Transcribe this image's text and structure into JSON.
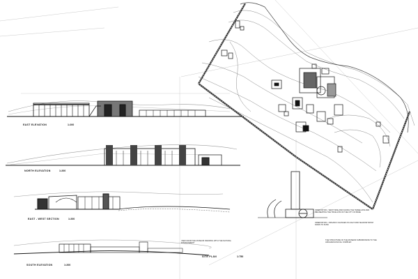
{
  "drawings": {
    "east_elevation": {
      "title": "EAST ELEVATION",
      "scale": "1:200"
    },
    "north_elevation": {
      "title": "NORTH ELEVATION",
      "scale": "1:200"
    },
    "east_west_section": {
      "title": "EAST - WEST SECTION",
      "scale": "1:200"
    },
    "south_elevation": {
      "title": "SOUTH ELEVATION",
      "scale": "1:200"
    },
    "site_plan": {
      "title": "SITE PLAN",
      "scale": "1:750"
    }
  },
  "notes": {
    "view_note": "VIEW FROM THE MUSEUM DRAWING WITH THE NATURAL ENVIRONMENT",
    "structure_note": "THE STRUCTURE OF THE MUSEUM SUBORDINATE TO THE ARCHAEOLOGICAL COMPLEX",
    "orientation_1": "ORIENTATION - WEST SIDE AND FACING THE THREE AXIS AND DELINEATING THE TRUE AXIS OF THE CITY OF BASE",
    "orientation_2": "ORIENTATION - ORGANIC CHANGES IN LIGHT AND SHADOW FROM DAWN TO DUSK"
  },
  "colors": {
    "ink": "#111111",
    "paper": "#ffffff",
    "hatch": "#555555"
  }
}
